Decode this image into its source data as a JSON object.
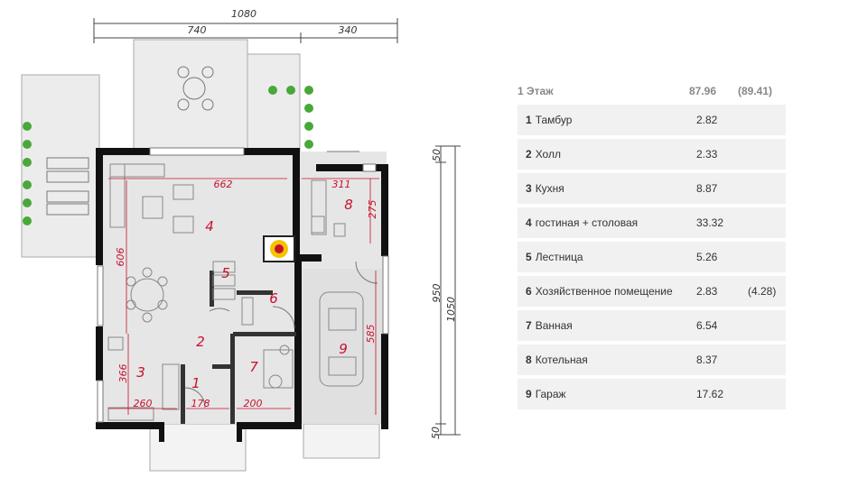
{
  "dimensions": {
    "top_total": "1080",
    "top_left": "740",
    "top_right": "340",
    "right_top": "50",
    "right_mid": "950",
    "right_total": "1050",
    "right_bottom": "50"
  },
  "room_dims": {
    "d662": "662",
    "d311": "311",
    "d275": "275",
    "d606": "606",
    "d585": "585",
    "d366": "366",
    "d260": "260",
    "d178": "178",
    "d200": "200"
  },
  "room_labels": {
    "r1": "1",
    "r2": "2",
    "r3": "3",
    "r4": "4",
    "r5": "5",
    "r6": "6",
    "r7": "7",
    "r8": "8",
    "r9": "9"
  },
  "table": {
    "floor_num": "1",
    "floor_name": "Этаж",
    "floor_area": "87.96",
    "floor_area_total": "(89.41)",
    "rooms": [
      {
        "num": "1",
        "name": "Тамбур",
        "area": "2.82",
        "extra": ""
      },
      {
        "num": "2",
        "name": "Холл",
        "area": "2.33",
        "extra": ""
      },
      {
        "num": "3",
        "name": "Кухня",
        "area": "8.87",
        "extra": ""
      },
      {
        "num": "4",
        "name": "гостиная + столовая",
        "area": "33.32",
        "extra": ""
      },
      {
        "num": "5",
        "name": "Лестница",
        "area": "5.26",
        "extra": ""
      },
      {
        "num": "6",
        "name": "Хозяйственное помещение",
        "area": "2.83",
        "extra": "(4.28)"
      },
      {
        "num": "7",
        "name": "Ванная",
        "area": "6.54",
        "extra": ""
      },
      {
        "num": "8",
        "name": "Котельная",
        "area": "8.37",
        "extra": ""
      },
      {
        "num": "9",
        "name": "Гараж",
        "area": "17.62",
        "extra": ""
      }
    ]
  }
}
